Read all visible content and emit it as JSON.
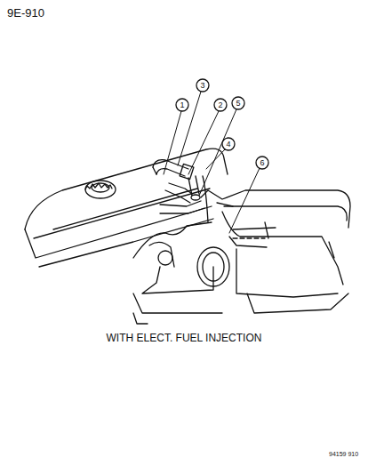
{
  "diagram": {
    "labels": [
      "9E-910",
      "1",
      "3",
      "2",
      "5",
      "4",
      "6",
      "WITH ELECT. FUEL INJECTION",
      "94159 910"
    ]
  }
}
